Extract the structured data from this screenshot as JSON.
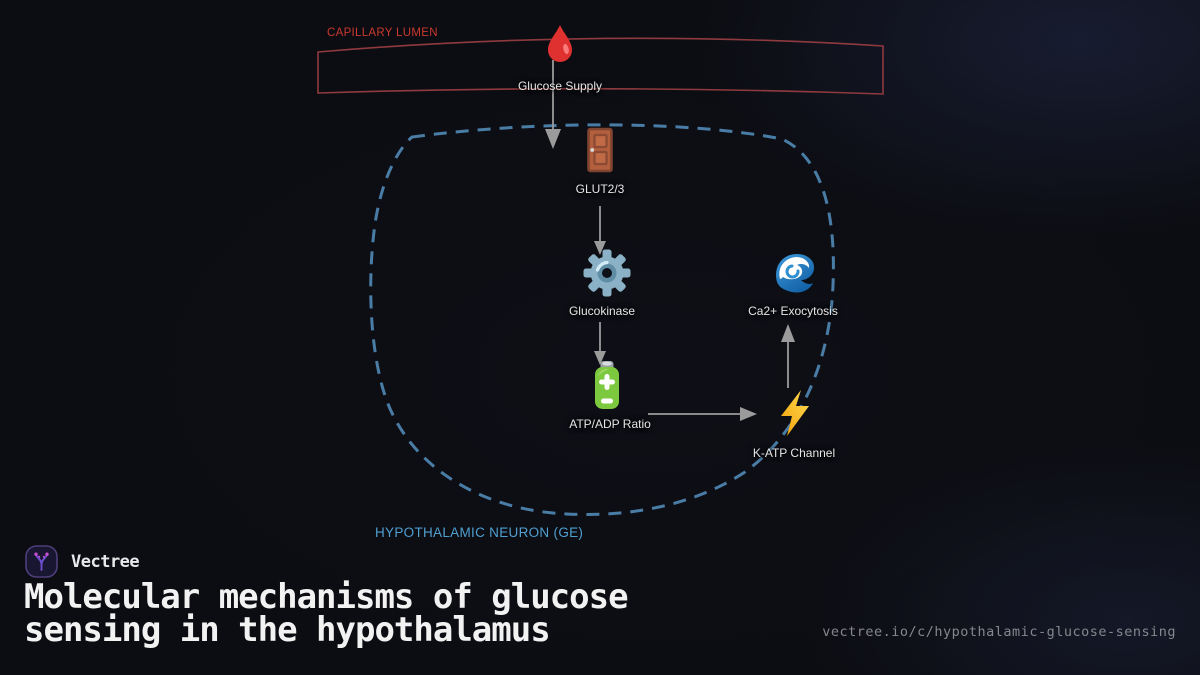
{
  "colors": {
    "bg": "#0c0d12",
    "capillaryRed": "#c9392e",
    "capillaryStroke": "#8e3a3e",
    "neuronBlue": "#4f9fd0",
    "neuronStroke": "#4a7da6",
    "arrowGray": "#9b9b9b",
    "labelGray": "#e6e6e6",
    "titleWhite": "#f2f2f2",
    "urlGray": "#85878c",
    "brandPurple": "#6d4fd0",
    "dotMagenta": "#c94fd4"
  },
  "regions": {
    "capillary": {
      "label": "CAPILLARY LUMEN"
    },
    "neuron": {
      "label": "HYPOTHALAMIC NEURON (GE)"
    }
  },
  "nodes": {
    "glucose": {
      "label": "Glucose Supply",
      "icon": "blood-drop-icon"
    },
    "glut": {
      "label": "GLUT2/3",
      "icon": "door-icon"
    },
    "glucokinase": {
      "label": "Glucokinase",
      "icon": "gear-icon"
    },
    "atp": {
      "label": "ATP/ADP Ratio",
      "icon": "battery-icon"
    },
    "katp": {
      "label": "K-ATP Channel",
      "icon": "lightning-icon"
    },
    "caexo": {
      "label": "Ca2+ Exocytosis",
      "icon": "wave-icon"
    }
  },
  "edges": [
    {
      "from": "glucose",
      "to": "glut"
    },
    {
      "from": "glut",
      "to": "glucokinase"
    },
    {
      "from": "glucokinase",
      "to": "atp"
    },
    {
      "from": "atp",
      "to": "katp"
    },
    {
      "from": "katp",
      "to": "caexo"
    }
  ],
  "footer": {
    "brand": "Vectree",
    "title": "Molecular mechanisms of glucose sensing in the hypothalamus",
    "url": "vectree.io/c/hypothalamic-glucose-sensing"
  }
}
